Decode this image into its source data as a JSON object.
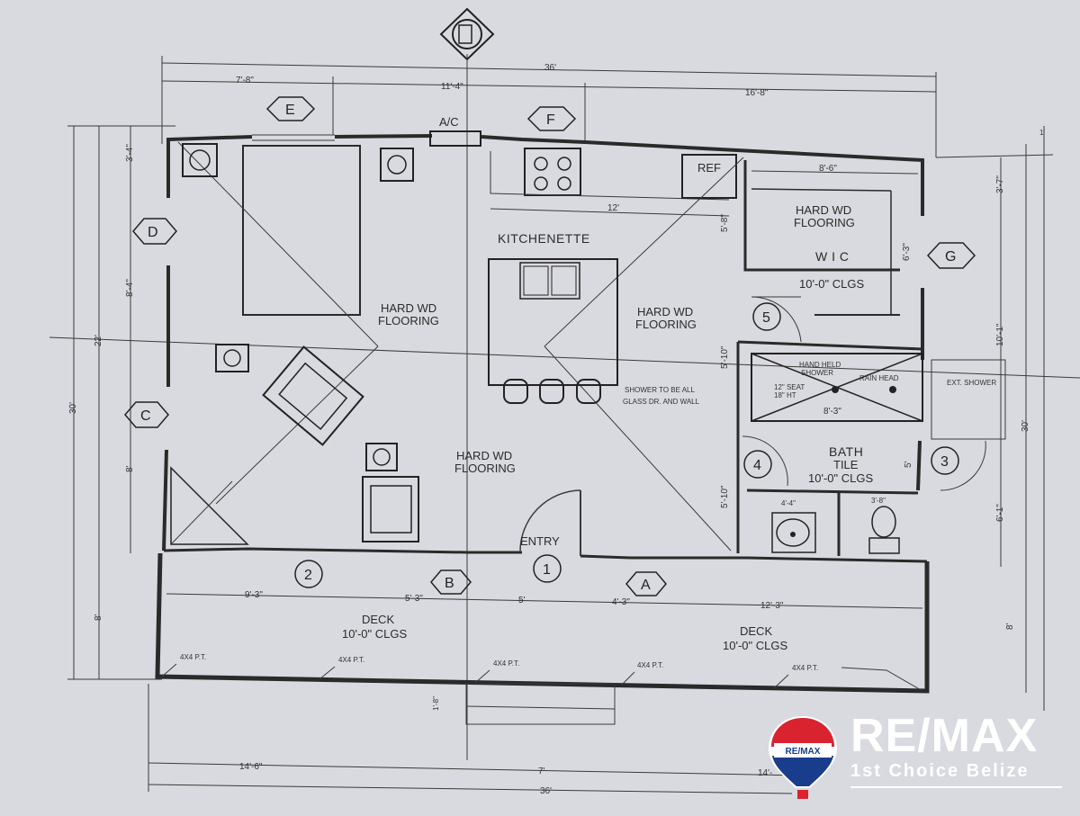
{
  "rooms": {
    "kitchenette": "KITCHENETTE",
    "hard_wd_1": "HARD WD",
    "flooring_1": "FLOORING",
    "hard_wd_2": "HARD WD",
    "flooring_2": "FLOORING",
    "hard_wd_3": "HARD WD",
    "flooring_3": "FLOORING",
    "hard_wd_wic": "HARD WD",
    "flooring_wic": "FLOORING",
    "wic": "W I C",
    "wic_clgs": "10'-0\" CLGS",
    "bath": "BATH",
    "bath_tile": "TILE",
    "bath_clgs": "10'-0\" CLGS",
    "entry": "ENTRY",
    "deck_left": "DECK",
    "deck_left_clgs": "10'-0\" CLGS",
    "deck_right": "DECK",
    "deck_right_clgs": "10'-0\" CLGS",
    "ac": "A/C",
    "ref": "REF",
    "shower_note_1": "SHOWER TO BE ALL",
    "shower_note_2": "GLASS DR. AND WALL",
    "hand_held_1": "HAND HELD",
    "hand_held_2": "SHOWER",
    "rain_head": "RAIN HEAD",
    "seat": "12\" SEAT",
    "seat_ht": "18\" HT",
    "ext_shower": "EXT. SHOWER",
    "post_1": "4X4 P.T.",
    "post_2": "4X4 P.T.",
    "post_3": "4X4 P.T.",
    "post_4": "4X4 P.T.",
    "post_5": "4X4 P.T."
  },
  "tags": {
    "a": "A",
    "b": "B",
    "c": "C",
    "d": "D",
    "e": "E",
    "f": "F",
    "g": "G"
  },
  "doors": {
    "d1": "1",
    "d2": "2",
    "d3": "3",
    "d4": "4",
    "d5": "5"
  },
  "dims": {
    "top_overall": "36'",
    "top_left": "7'-8\"",
    "top_mid": "11'-4\"",
    "top_right": "16'-8\"",
    "kitchen_counter": "12'",
    "wic_width": "8'-6\"",
    "bath_shower_w": "8'-3\"",
    "sink_w": "4'-4\"",
    "toilet_w": "3'-8\"",
    "deck_1": "9'-3\"",
    "deck_2": "5'-3\"",
    "deck_3": "5'",
    "deck_4": "4'-3\"",
    "deck_5": "12'-3\"",
    "bottom_1": "14'-6\"",
    "bottom_2": "7'",
    "bottom_3": "14'-",
    "bottom_overall": "36'",
    "left_overall": "30'",
    "left_inner": "22'",
    "left_deck": "8'",
    "left_a": "3'-4\"",
    "left_b": "8'-4\"",
    "left_c": "8'",
    "right_overall": "30'",
    "right_a": "3'-7\"",
    "right_b": "10'-1\"",
    "right_c": "6'-1\"",
    "right_deck": "8'",
    "right_top": "1'",
    "wic_v": "6'-3\"",
    "mid_v1": "5'-8\"",
    "mid_v2": "5'-10\"",
    "mid_v3": "5'-10\"",
    "bath_v": "5'",
    "step": "1'-8\""
  },
  "brand": {
    "name": "RE/MAX",
    "balloon_text": "RE/MAX",
    "subtitle": "1st Choice Belize",
    "colors": {
      "red": "#d9232e",
      "blue": "#1a3c8c",
      "white": "#ffffff"
    }
  }
}
